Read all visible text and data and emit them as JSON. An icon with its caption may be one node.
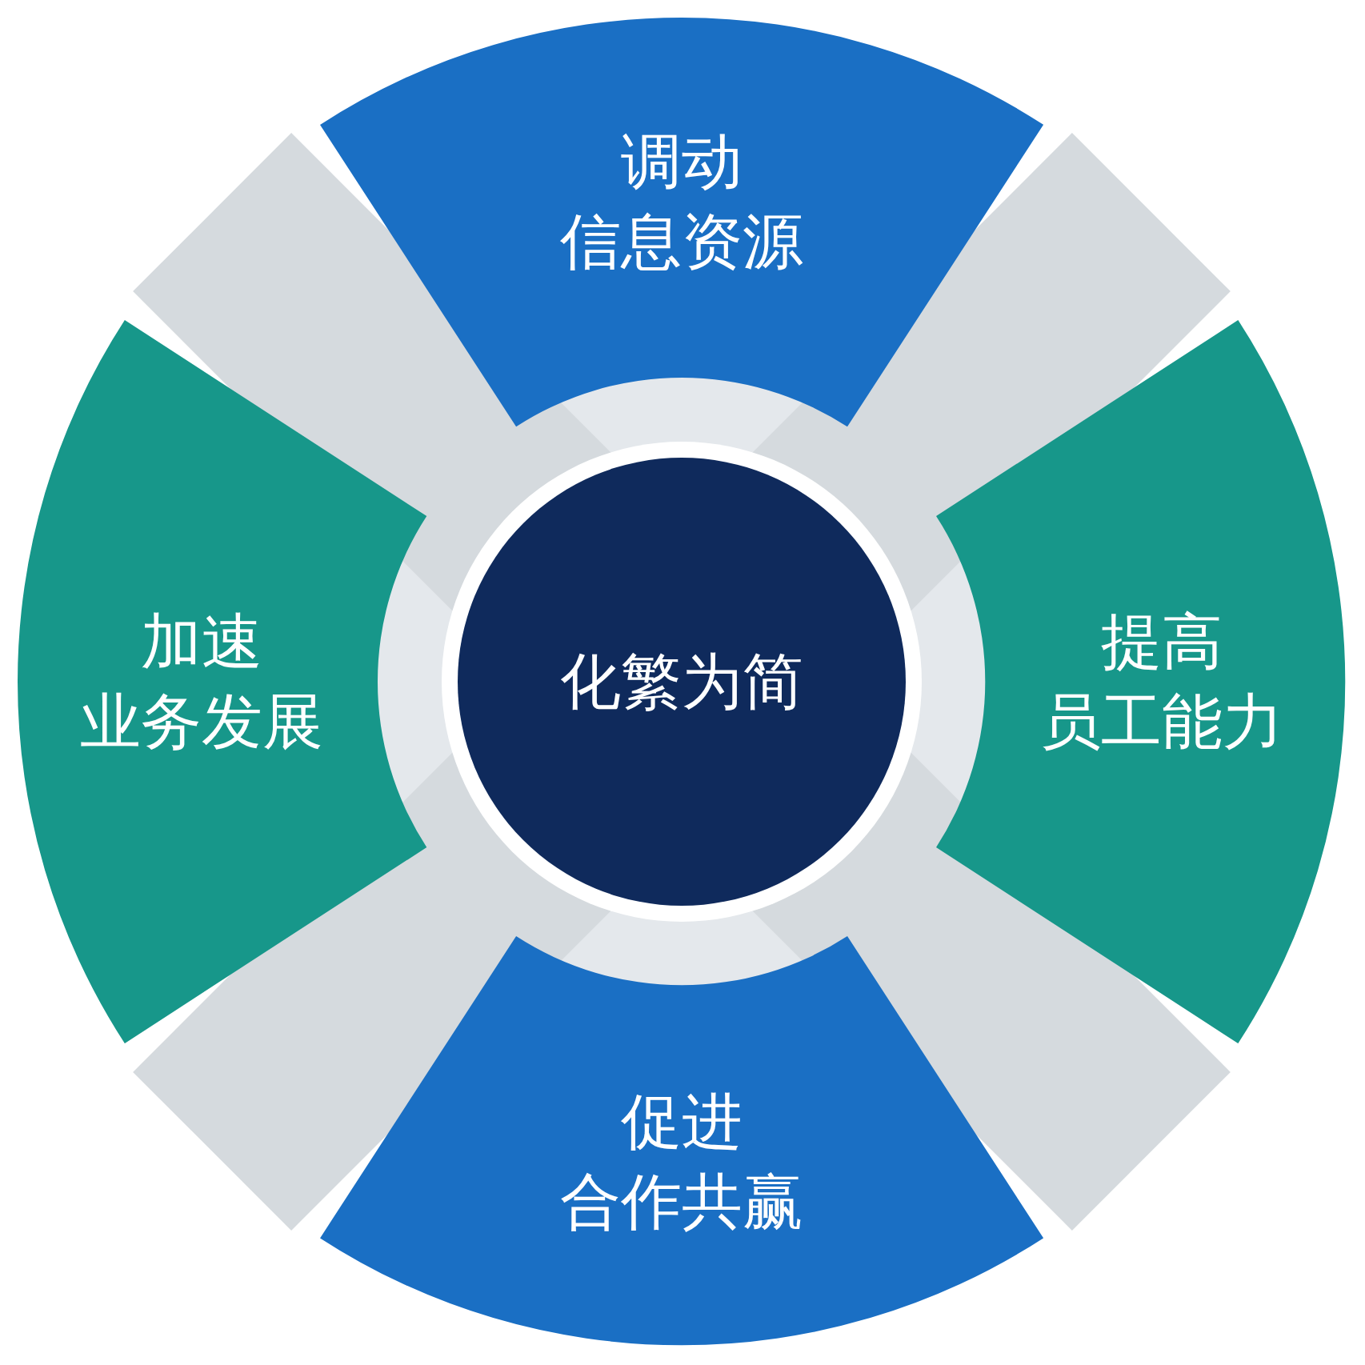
{
  "diagram": {
    "nodes": [
      {
        "text": [
          "调动",
          "信息资源"
        ]
      },
      {
        "text": [
          "加速",
          "业务发展"
        ]
      },
      {
        "text": [
          "化繁为简"
        ]
      },
      {
        "text": [
          "提高",
          "员工能力"
        ]
      },
      {
        "text": [
          "促进",
          "合作共赢"
        ]
      }
    ]
  }
}
